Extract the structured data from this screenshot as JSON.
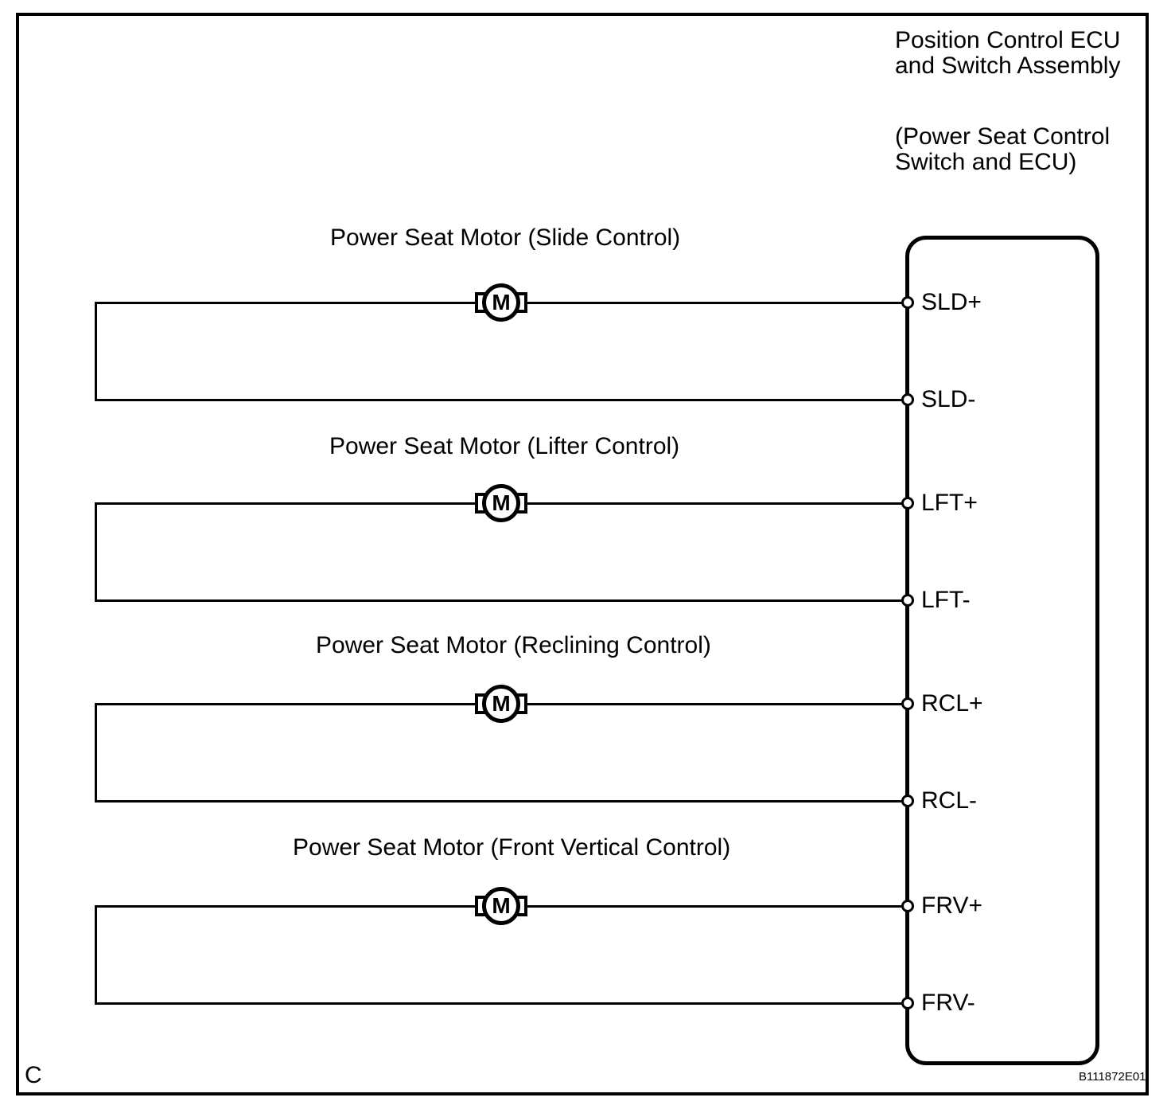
{
  "diagram": {
    "ecu": {
      "title_lines": [
        "Position Control ECU",
        "and Switch Assembly"
      ],
      "subtitle_lines": [
        "(Power Seat Control",
        "Switch and ECU)"
      ]
    },
    "circuits": [
      {
        "label": "Power Seat Motor (Slide Control)",
        "motor_letter": "M",
        "terminal_plus": "SLD+",
        "terminal_minus": "SLD-"
      },
      {
        "label": "Power Seat Motor (Lifter Control)",
        "motor_letter": "M",
        "terminal_plus": "LFT+",
        "terminal_minus": "LFT-"
      },
      {
        "label": "Power Seat Motor (Reclining Control)",
        "motor_letter": "M",
        "terminal_plus": "RCL+",
        "terminal_minus": "RCL-"
      },
      {
        "label": "Power Seat Motor (Front Vertical Control)",
        "motor_letter": "M",
        "terminal_plus": "FRV+",
        "terminal_minus": "FRV-"
      }
    ],
    "footer": {
      "page_marker": "C",
      "figure_code": "B111872E01"
    },
    "colors": {
      "line": "#000000",
      "background": "#ffffff"
    }
  }
}
